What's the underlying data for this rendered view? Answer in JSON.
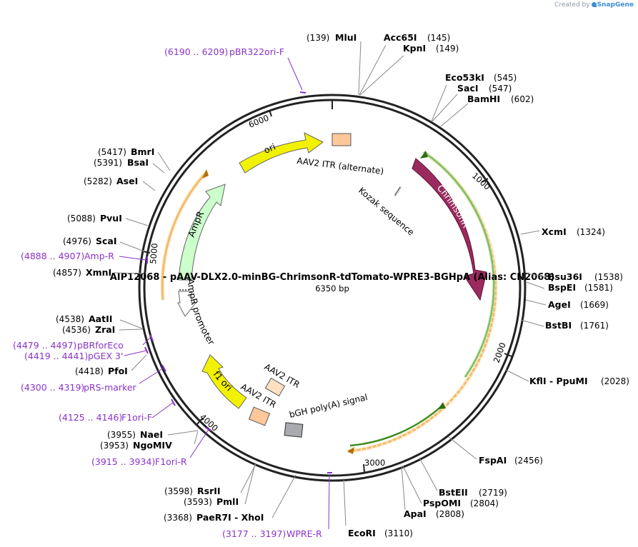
{
  "credit": {
    "prefix": "Created by",
    "brand": "SnapGene"
  },
  "plasmid": {
    "title": "AIP12068 - pAAV-DLX2.0-minBG-ChrimsonR-tdTomato-WPRE3-BGHpA (Alias: CN2068)",
    "length_label": "6350 bp",
    "length_bp": 6350,
    "ticks": [
      {
        "pos": 1000,
        "label": "1000"
      },
      {
        "pos": 2000,
        "label": "2000"
      },
      {
        "pos": 3000,
        "label": "3000"
      },
      {
        "pos": 4000,
        "label": "4000"
      },
      {
        "pos": 5000,
        "label": "5000"
      },
      {
        "pos": 6000,
        "label": "6000"
      }
    ]
  },
  "features": [
    {
      "name": "ChrimsonR",
      "type": "arrow",
      "color": "#9b2b5e",
      "text_color": "#ffffff",
      "label_on": "arc"
    },
    {
      "name": "ori",
      "type": "arrow",
      "color": "#f2f200",
      "text_color": "#000000",
      "label_on": "arc"
    },
    {
      "name": "AmpR",
      "type": "arrow",
      "color": "#ccffcc",
      "text_color": "#000000",
      "label_on": "arc"
    },
    {
      "name": "AmpR promoter",
      "type": "arrow",
      "color": "#ffffff",
      "text_color": "#000000",
      "label_on": "arc"
    },
    {
      "name": "f1 ori",
      "type": "arrow",
      "color": "#f2f200",
      "text_color": "#000000",
      "label_on": "arc"
    },
    {
      "name": "AAV2 ITR (alternate)",
      "type": "box",
      "color": "#ffc79a"
    },
    {
      "name": "AAV2 ITR",
      "type": "box",
      "color": "#ffe0c2"
    },
    {
      "name": "AAV2 ITR",
      "type": "box",
      "color": "#ffc79a"
    },
    {
      "name": "bGH poly(A) signal",
      "type": "box",
      "color": "#a8aab0"
    },
    {
      "name": "Kozak sequence",
      "type": "marker",
      "color": "#777777"
    }
  ],
  "sites_right": [
    {
      "name": "MluI",
      "pos": "(139)",
      "num_first": true
    },
    {
      "name": "Acc65I",
      "pos": "(145)",
      "num_first": false
    },
    {
      "name": "KpnI",
      "pos": "(149)",
      "num_first": false
    },
    {
      "name": "Eco53kI",
      "pos": "(545)",
      "num_first": false
    },
    {
      "name": "SacI",
      "pos": "(547)",
      "num_first": false
    },
    {
      "name": "BamHI",
      "pos": "(602)",
      "num_first": false
    },
    {
      "name": "XcmI",
      "pos": "(1324)",
      "num_first": false
    },
    {
      "name": "Bsu36I",
      "pos": "(1538)",
      "num_first": false
    },
    {
      "name": "BspEI",
      "pos": "(1581)",
      "num_first": false
    },
    {
      "name": "AgeI",
      "pos": "(1669)",
      "num_first": false
    },
    {
      "name": "BstBI",
      "pos": "(1761)",
      "num_first": false
    },
    {
      "name": "KflI - PpuMI",
      "pos": "(2028)",
      "num_first": false
    },
    {
      "name": "FspAI",
      "pos": "(2456)",
      "num_first": false
    },
    {
      "name": "BstEII",
      "pos": "(2719)",
      "num_first": false
    },
    {
      "name": "PspOMI",
      "pos": "(2804)",
      "num_first": false
    },
    {
      "name": "ApaI",
      "pos": "(2808)",
      "num_first": false
    },
    {
      "name": "EcoRI",
      "pos": "(3110)",
      "num_first": false
    }
  ],
  "sites_left": [
    {
      "name": "BmrI",
      "pos": "(5417)"
    },
    {
      "name": "BsaI",
      "pos": "(5391)"
    },
    {
      "name": "AseI",
      "pos": "(5282)"
    },
    {
      "name": "PvuI",
      "pos": "(5088)"
    },
    {
      "name": "ScaI",
      "pos": "(4976)"
    },
    {
      "name": "XmnI",
      "pos": "(4857)"
    },
    {
      "name": "AatII",
      "pos": "(4538)"
    },
    {
      "name": "ZraI",
      "pos": "(4536)"
    },
    {
      "name": "PfoI",
      "pos": "(4418)"
    },
    {
      "name": "NaeI",
      "pos": "(3955)"
    },
    {
      "name": "NgoMIV",
      "pos": "(3953)"
    },
    {
      "name": "RsrII",
      "pos": "(3598)"
    },
    {
      "name": "PmlI",
      "pos": "(3593)"
    },
    {
      "name": "PaeR7I - XhoI",
      "pos": "(3368)"
    }
  ],
  "primers": [
    {
      "name": "pBR322ori-F",
      "range": "(6190 .. 6209)"
    },
    {
      "name": "Amp-R",
      "range": "(4888 .. 4907)"
    },
    {
      "name": "pBRforEco",
      "range": "(4479 .. 4497)"
    },
    {
      "name": "pGEX 3'",
      "range": "(4419 .. 4441)"
    },
    {
      "name": "pRS-marker",
      "range": "(4300 .. 4319)"
    },
    {
      "name": "F1ori-F",
      "range": "(4125 .. 4146)"
    },
    {
      "name": "F1ori-R",
      "range": "(3915 .. 3934)"
    },
    {
      "name": "WPRE-R",
      "range": "(3177 .. 3197)"
    }
  ],
  "colors": {
    "backbone": "#222222",
    "primer": "#8a33c8",
    "orange_arc": "#f0a020",
    "green_arc": "#3f8f1f"
  }
}
